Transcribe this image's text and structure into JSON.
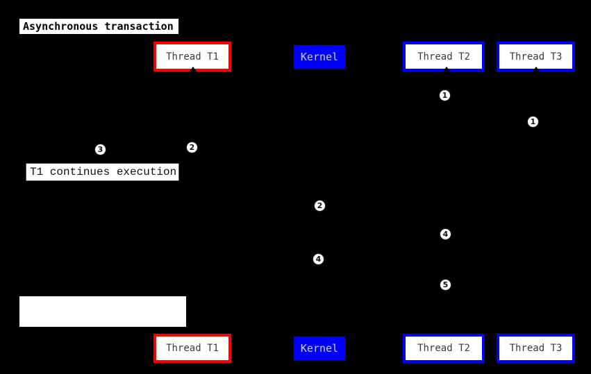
{
  "title": "Asynchronous transaction",
  "colors": {
    "background": "#000000",
    "thread_t1_border": "#ff0000",
    "thread_t2_t3_border": "#0000ff",
    "kernel_background": "#0000ff",
    "kernel_text": "#ccccff",
    "box_text": "#3a3a3a"
  },
  "participants": {
    "t1": "Thread T1",
    "kernel": "Kernel",
    "t2": "Thread T2",
    "t3": "Thread T3"
  },
  "notes": {
    "t1_continues": "T1 continues execution",
    "empty_note": ""
  },
  "badges": [
    {
      "label": "1"
    },
    {
      "label": "1"
    },
    {
      "label": "2"
    },
    {
      "label": "3"
    },
    {
      "label": "2"
    },
    {
      "label": "4"
    },
    {
      "label": "4"
    },
    {
      "label": "5"
    }
  ]
}
